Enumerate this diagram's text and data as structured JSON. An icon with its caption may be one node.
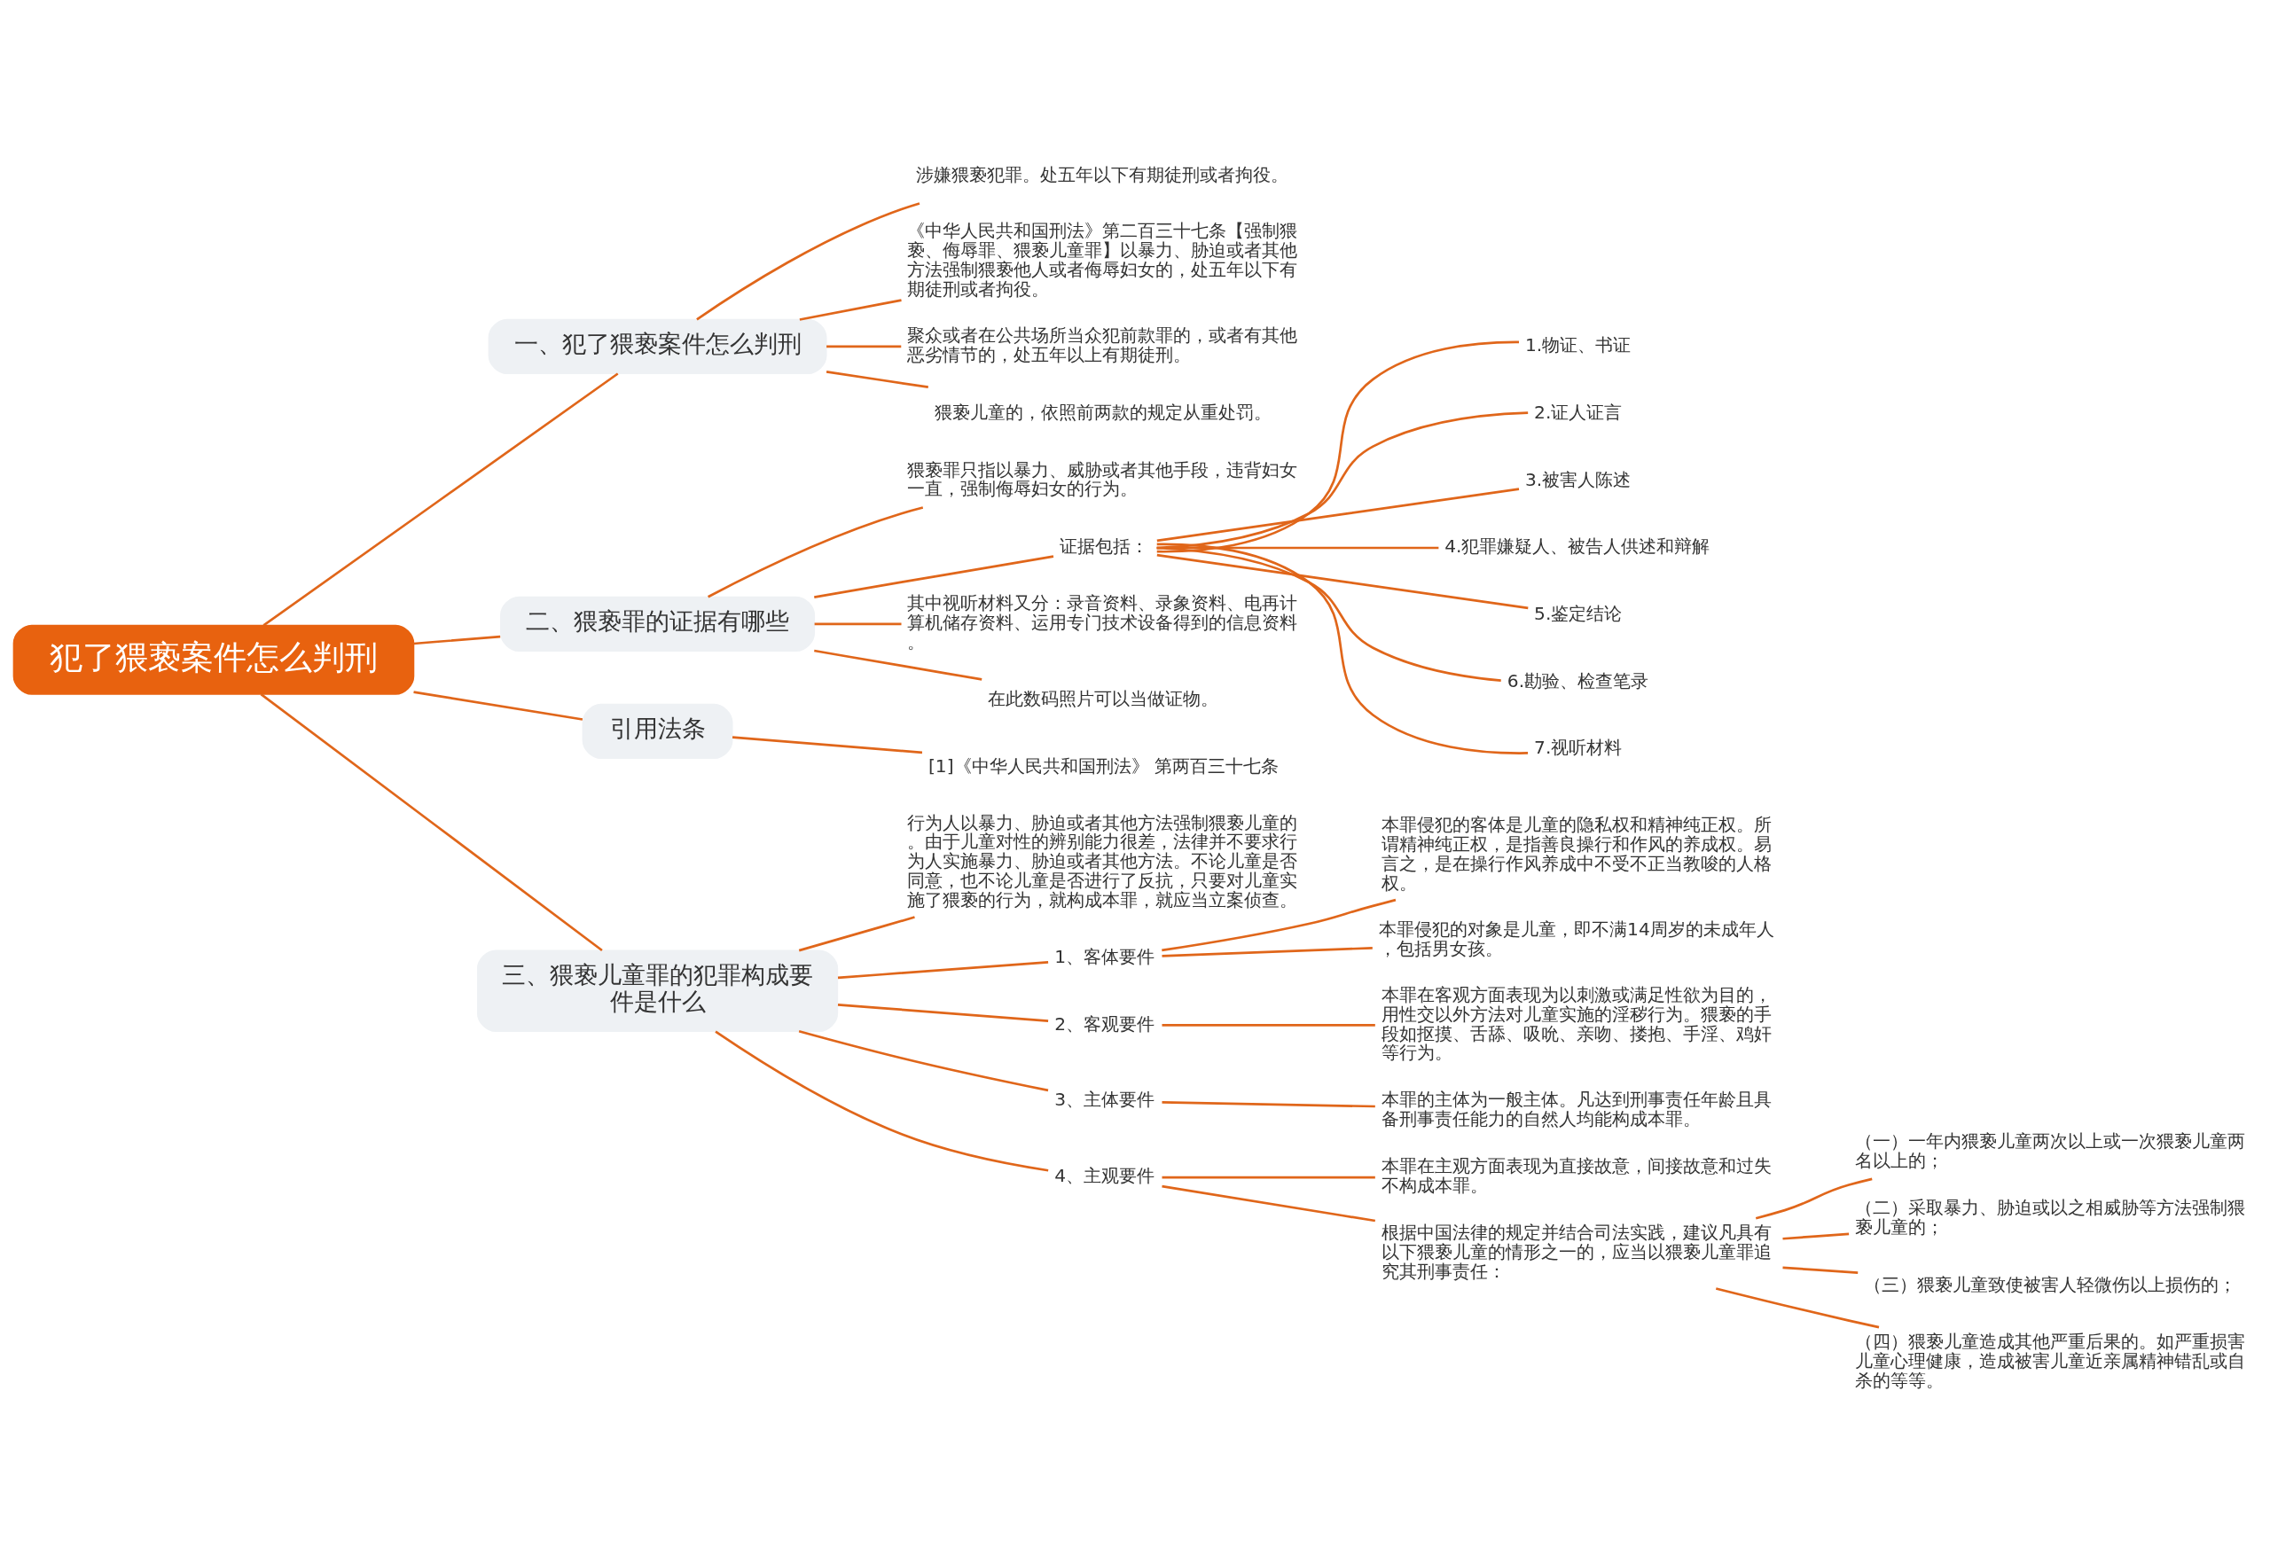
{
  "diagram": {
    "nodes": [
      {
        "text": [
          "犯了猥亵案件怎么判刑"
        ]
      },
      {
        "text": [
          "一、犯了猥亵案件怎么判刑"
        ]
      },
      {
        "text": [
          "涉嫌猥亵犯罪。处五年以下有期徒刑或者拘役。"
        ]
      },
      {
        "text": [
          "《中华人民共和国刑法》第二百三十七条【强制猥亵、侮辱罪、猥亵儿童罪】以暴力、胁迫或者其他方法强制猥亵他人或者侮辱妇女的，处五年以下有期徒刑或者拘役。"
        ]
      },
      {
        "text": [
          "聚众或者在公共场所当众犯前款罪的，或者有其他恶劣情节的，处五年以上有期徒刑。"
        ]
      },
      {
        "text": [
          "猥亵儿童的，依照前两款的规定从重处罚。"
        ]
      },
      {
        "text": [
          "二、猥亵罪的证据有哪些"
        ]
      },
      {
        "text": [
          "猥亵罪只指以暴力、威胁或者其他手段，违背妇女一直，强制侮辱妇女的行为。"
        ]
      },
      {
        "text": [
          "证据包括："
        ]
      },
      {
        "text": [
          "1.物证、书证"
        ]
      },
      {
        "text": [
          "2.证人证言"
        ]
      },
      {
        "text": [
          "3.被害人陈述"
        ]
      },
      {
        "text": [
          "4.犯罪嫌疑人、被告人供述和辩解"
        ]
      },
      {
        "text": [
          "5.鉴定结论"
        ]
      },
      {
        "text": [
          "6.勘验、检查笔录"
        ]
      },
      {
        "text": [
          "7.视听材料"
        ]
      },
      {
        "text": [
          "其中视听材料又分：录音资料、录象资料、电再计算机储存资料、运用专门技术设备得到的信息资料。"
        ]
      },
      {
        "text": [
          "在此数码照片可以当做证物。"
        ]
      },
      {
        "text": [
          "引用法条"
        ]
      },
      {
        "text": [
          "[1]《中华人民共和国刑法》 第两百三十七条"
        ]
      },
      {
        "text": [
          "三、猥亵儿童罪的犯罪构成要件是什么"
        ]
      },
      {
        "text": [
          "行为人以暴力、胁迫或者其他方法强制猥亵儿童的。由于儿童对性的辨别能力很差，法律并不要求行为人实施暴力、胁迫或者其他方法。不论儿童是否同意，也不论儿童是否进行了反抗，只要对儿童实施了猥亵的行为，就构成本罪，就应当立案侦查。"
        ]
      },
      {
        "text": [
          "1、客体要件"
        ]
      },
      {
        "text": [
          "本罪侵犯的客体是儿童的隐私权和精神纯正权。所谓精神纯正权，是指善良操行和作风的养成权。易言之，是在操行作风养成中不受不正当教唆的人格权。"
        ]
      },
      {
        "text": [
          "本罪侵犯的对象是儿童，即不满14周岁的未成年人，包括男女孩。"
        ]
      },
      {
        "text": [
          "2、客观要件"
        ]
      },
      {
        "text": [
          "本罪在客观方面表现为以刺激或满足性欲为目的，用性交以外方法对儿童实施的淫秽行为。猥亵的手段如抠摸、舌舔、吸吮、亲吻、搂抱、手淫、鸡奸等行为。"
        ]
      },
      {
        "text": [
          "3、主体要件"
        ]
      },
      {
        "text": [
          "本罪的主体为一般主体。凡达到刑事责任年龄且具备刑事责任能力的自然人均能构成本罪。"
        ]
      },
      {
        "text": [
          "4、主观要件"
        ]
      },
      {
        "text": [
          "本罪在主观方面表现为直接故意，间接故意和过失不构成本罪。"
        ]
      },
      {
        "text": [
          "根据中国法律的规定并结合司法实践，建议凡具有以下猥亵儿童的情形之一的，应当以猥亵儿童罪追究其刑事责任："
        ]
      },
      {
        "text": [
          "（一）一年内猥亵儿童两次以上或一次猥亵儿童两名以上的；"
        ]
      },
      {
        "text": [
          "（二）采取暴力、胁迫或以之相威胁等方法强制猥亵儿童的；"
        ]
      },
      {
        "text": [
          "（三）猥亵儿童致使被害人轻微伤以上损伤的；"
        ]
      },
      {
        "text": [
          "（四）猥亵儿童造成其他严重后果的。如严重损害儿童心理健康，造成被害儿童近亲属精神错乱或自杀的等等。"
        ]
      }
    ],
    "edges": [
      {
        "from": 0,
        "to": 1,
        "arrow": "none"
      },
      {
        "from": 1,
        "to": 2,
        "arrow": "none"
      },
      {
        "from": 1,
        "to": 3,
        "arrow": "none"
      },
      {
        "from": 1,
        "to": 4,
        "arrow": "none"
      },
      {
        "from": 1,
        "to": 5,
        "arrow": "none"
      },
      {
        "from": 0,
        "to": 6,
        "arrow": "none"
      },
      {
        "from": 6,
        "to": 7,
        "arrow": "none"
      },
      {
        "from": 6,
        "to": 8,
        "arrow": "none"
      },
      {
        "from": 8,
        "to": 9,
        "arrow": "none"
      },
      {
        "from": 8,
        "to": 10,
        "arrow": "none"
      },
      {
        "from": 8,
        "to": 11,
        "arrow": "none"
      },
      {
        "from": 8,
        "to": 12,
        "arrow": "none"
      },
      {
        "from": 8,
        "to": 13,
        "arrow": "none"
      },
      {
        "from": 8,
        "to": 14,
        "arrow": "none"
      },
      {
        "from": 8,
        "to": 15,
        "arrow": "none"
      },
      {
        "from": 6,
        "to": 16,
        "arrow": "none"
      },
      {
        "from": 6,
        "to": 17,
        "arrow": "none"
      },
      {
        "from": 0,
        "to": 18,
        "arrow": "none"
      },
      {
        "from": 18,
        "to": 19,
        "arrow": "none"
      },
      {
        "from": 0,
        "to": 20,
        "arrow": "none"
      },
      {
        "from": 20,
        "to": 21,
        "arrow": "none"
      },
      {
        "from": 20,
        "to": 22,
        "arrow": "none"
      },
      {
        "from": 22,
        "to": 23,
        "arrow": "none"
      },
      {
        "from": 22,
        "to": 24,
        "arrow": "none"
      },
      {
        "from": 20,
        "to": 25,
        "arrow": "none"
      },
      {
        "from": 25,
        "to": 26,
        "arrow": "none"
      },
      {
        "from": 20,
        "to": 27,
        "arrow": "none"
      },
      {
        "from": 27,
        "to": 28,
        "arrow": "none"
      },
      {
        "from": 20,
        "to": 29,
        "arrow": "none"
      },
      {
        "from": 29,
        "to": 30,
        "arrow": "none"
      },
      {
        "from": 29,
        "to": 31,
        "arrow": "none"
      },
      {
        "from": 31,
        "to": 32,
        "arrow": "none"
      },
      {
        "from": 31,
        "to": 33,
        "arrow": "none"
      },
      {
        "from": 31,
        "to": 34,
        "arrow": "none"
      },
      {
        "from": 31,
        "to": 35,
        "arrow": "none"
      }
    ]
  }
}
